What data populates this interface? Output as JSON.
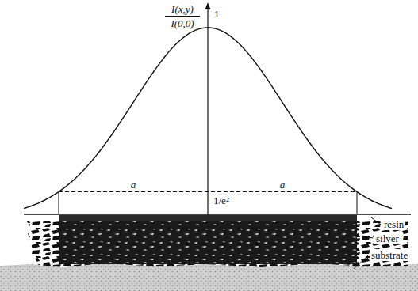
{
  "diagram": {
    "labels": [
      "I(x,y)",
      "I(0,0)",
      "1",
      "a",
      "a",
      "1/e²",
      "resin",
      "silver",
      "substrate"
    ]
  }
}
